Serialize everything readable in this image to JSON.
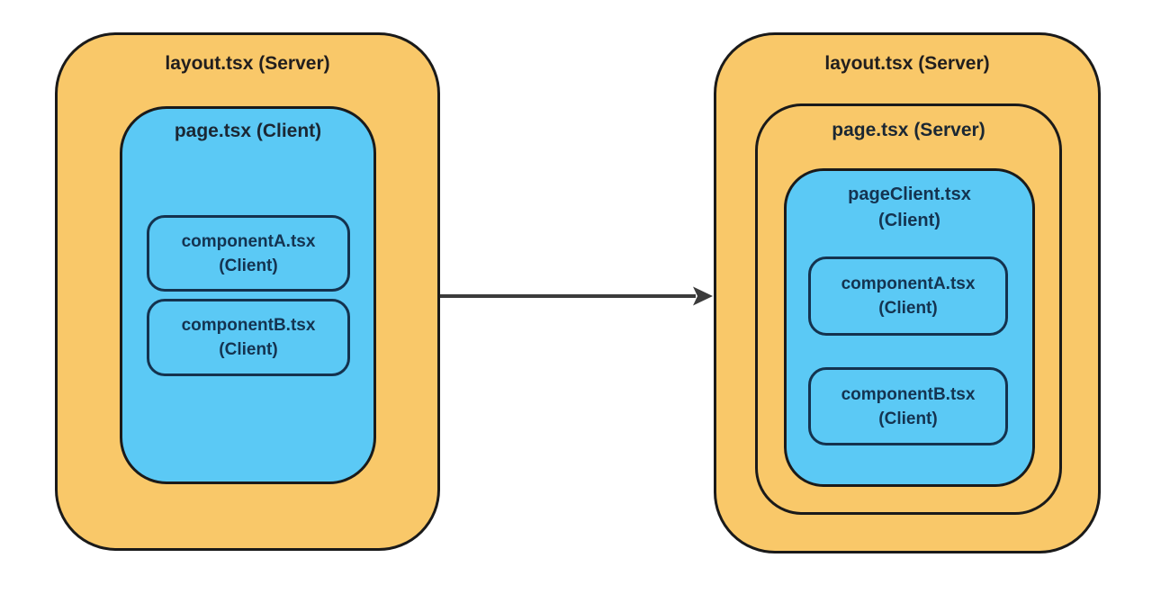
{
  "diagram": {
    "description": "Nested server/client component boxes, before and after refactor, connected by a rightward arrow",
    "colors": {
      "background": "#FFFFFF",
      "server_fill": "#F9C869",
      "client_fill": "#5BC9F5",
      "outline_dark": "#1A1A1A",
      "outline_navy": "#14324E",
      "label_dark": "#211E1E",
      "label_page": "#1B2733",
      "label_navy": "#143350",
      "arrow": "#3B3B3B"
    },
    "left": {
      "layout_label": "layout.tsx (Server)",
      "page_label": "page.tsx (Client)",
      "component_a": {
        "line1": "componentA.tsx",
        "line2": "(Client)"
      },
      "component_b": {
        "line1": "componentB.tsx",
        "line2": "(Client)"
      }
    },
    "right": {
      "layout_label": "layout.tsx (Server)",
      "page_label": "page.tsx (Server)",
      "page_client": {
        "line1": "pageClient.tsx",
        "line2": "(Client)"
      },
      "component_a": {
        "line1": "componentA.tsx",
        "line2": "(Client)"
      },
      "component_b": {
        "line1": "componentB.tsx",
        "line2": "(Client)"
      }
    },
    "arrow": {
      "direction": "right"
    }
  }
}
